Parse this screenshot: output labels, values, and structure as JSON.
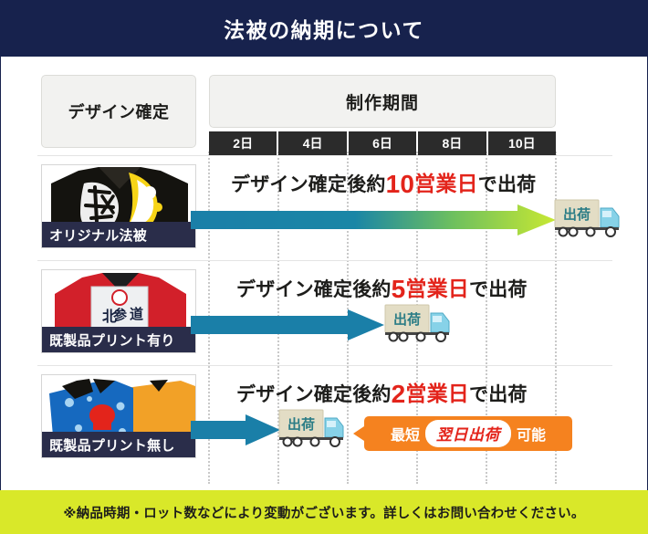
{
  "header": {
    "title": "法被の納期について",
    "bg_color": "#17224d"
  },
  "legend": {
    "design_label": "デザイン確定",
    "period_label": "制作期間"
  },
  "chart_data": {
    "type": "bar",
    "title": "法被の納期について",
    "xlabel": "制作期間",
    "ylabel": "",
    "categories": [
      "オリジナル法被",
      "既製品プリント有り",
      "既製品プリント無し"
    ],
    "values": [
      10,
      5,
      2
    ],
    "unit": "営業日",
    "x_ticks": [
      "2日",
      "4日",
      "6日",
      "8日",
      "10日"
    ],
    "x_tick_values": [
      2,
      4,
      6,
      8,
      10
    ],
    "xlim": [
      0,
      11
    ],
    "grid": true,
    "legend_position": "none",
    "annotations": [
      "デザイン確定後約10営業日で出荷",
      "デザイン確定後約5営業日で出荷",
      "デザイン確定後約2営業日で出荷",
      "最短 翌日出荷 可能"
    ]
  },
  "day_scale": [
    {
      "label": "2日"
    },
    {
      "label": "4日"
    },
    {
      "label": "6日"
    },
    {
      "label": "8日"
    },
    {
      "label": "10日"
    }
  ],
  "rows": [
    {
      "product_label": "オリジナル法被",
      "headline_pre": "デザイン確定後約",
      "headline_num": "10",
      "headline_unit": "営業日",
      "headline_post": "で出荷",
      "truck_label": "出荷",
      "arrow_style": "gradient",
      "arrow_start_color": "#1a7fa8",
      "arrow_end_color": "#c8e832",
      "days": 10
    },
    {
      "product_label": "既製品プリント有り",
      "headline_pre": "デザイン確定後約",
      "headline_num": "5",
      "headline_unit": "営業日",
      "headline_post": "で出荷",
      "truck_label": "出荷",
      "arrow_style": "solid",
      "arrow_start_color": "#1a7fa8",
      "arrow_end_color": "#1a7fa8",
      "days": 5
    },
    {
      "product_label": "既製品プリント無し",
      "headline_pre": "デザイン確定後約",
      "headline_num": "2",
      "headline_unit": "営業日",
      "headline_post": "で出荷",
      "truck_label": "出荷",
      "arrow_style": "solid",
      "arrow_start_color": "#1a7fa8",
      "arrow_end_color": "#1a7fa8",
      "days": 2
    }
  ],
  "callout": {
    "prefix": "最短",
    "highlight": "翌日出荷",
    "suffix": "可能",
    "bg_color": "#f5821f",
    "highlight_color": "#e3241b"
  },
  "footer": {
    "note": "※納品時期・ロット数などにより変動がございます。詳しくはお問い合わせください。",
    "bg_color": "#d9e829"
  },
  "colors": {
    "accent_red": "#e3241b",
    "accent_blue": "#1a7fa8",
    "accent_green": "#c8e832",
    "navy": "#17224d",
    "label_navy": "#2a2d4a"
  }
}
